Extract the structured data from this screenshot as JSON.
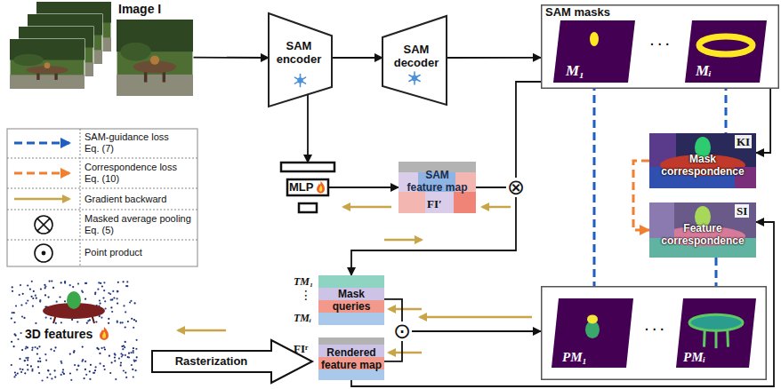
{
  "diagram": {
    "nodes": [
      {
        "text": [
          "Image I"
        ]
      },
      {
        "text": [
          "SAM encoder"
        ]
      },
      {
        "text": [
          "SAM decoder"
        ]
      },
      {
        "text": [
          "SAM masks",
          "· · ·"
        ]
      },
      {
        "text": [
          "M₁"
        ],
        "in": 3
      },
      {
        "text": [
          "Mᵢ"
        ],
        "in": 3
      },
      {
        "text": [
          "MLP"
        ]
      },
      {
        "text": [
          "SAM feature map",
          "FI′"
        ]
      },
      {
        "text": [
          "⊗"
        ]
      },
      {
        "text": [
          "KI",
          "Mask correspondence"
        ]
      },
      {
        "text": [
          "SI",
          "Feature correspondence"
        ]
      },
      {
        "text": [
          "TM₁",
          "⋮",
          "TMᵢ",
          "Mask queries"
        ]
      },
      {
        "text": [
          "FIʳ",
          "Rendered feature map"
        ]
      },
      {
        "text": [
          "⊙"
        ]
      },
      {
        "text": [
          "· · ·"
        ]
      },
      {
        "text": [
          "PM₁"
        ],
        "in": 14
      },
      {
        "text": [
          "PMᵢ"
        ],
        "in": 14
      },
      {
        "text": [
          "3D features"
        ]
      },
      {
        "text": [
          "Rasterization"
        ]
      }
    ],
    "edges": [
      {
        "from": 0,
        "to": 1,
        "arrow": "to"
      },
      {
        "from": 1,
        "to": 2,
        "arrow": "to"
      },
      {
        "from": 2,
        "to": 3,
        "arrow": "to"
      },
      {
        "from": 1,
        "to": 6,
        "arrow": "to"
      },
      {
        "from": 6,
        "to": 7,
        "arrow": "to"
      },
      {
        "from": 7,
        "to": 8,
        "arrow": "none"
      },
      {
        "from": 3,
        "to": 8,
        "arrow": "none"
      },
      {
        "from": 8,
        "to": 11,
        "arrow": "to"
      },
      {
        "from": 11,
        "to": 13,
        "arrow": "none"
      },
      {
        "from": 12,
        "to": 13,
        "arrow": "none"
      },
      {
        "from": 13,
        "to": 14,
        "arrow": "to"
      },
      {
        "from": 4,
        "to": 15,
        "arrow": "to"
      },
      {
        "from": 5,
        "to": 9,
        "arrow": "none"
      },
      {
        "from": 10,
        "to": 16,
        "arrow": "to"
      },
      {
        "from": 9,
        "to": 10,
        "arrow": "to"
      },
      {
        "from": 3,
        "to": 9,
        "arrow": "to"
      },
      {
        "from": 12,
        "to": 10,
        "arrow": "to"
      }
    ],
    "legend": [
      {
        "text": "SAM-guidance loss Eq. (7)"
      },
      {
        "text": "Correspondence loss Eq. (10)"
      },
      {
        "text": "Gradient backward"
      },
      {
        "text": "Masked average pooling Eq. (5)"
      },
      {
        "text": "Point product"
      }
    ]
  }
}
